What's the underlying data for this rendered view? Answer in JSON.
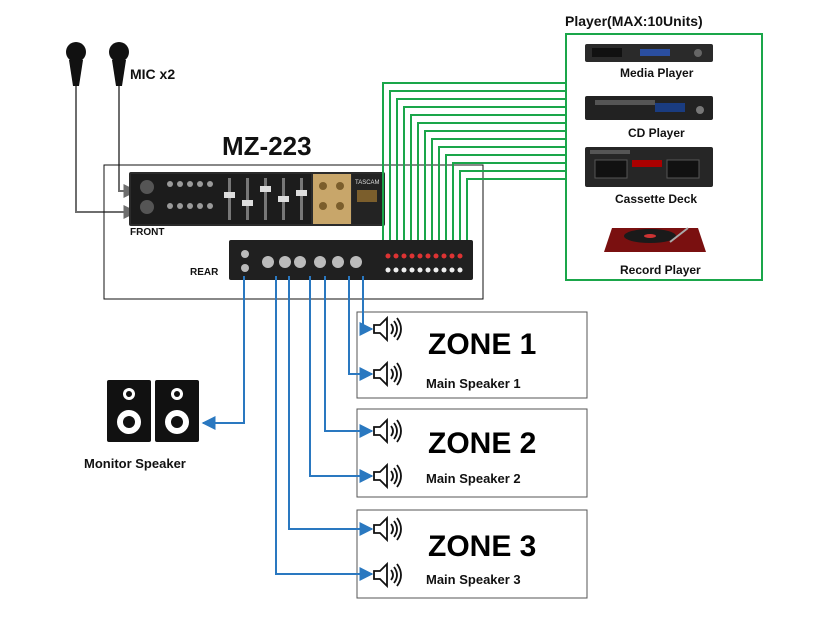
{
  "mic_label": "MIC x2",
  "device_title": "MZ-223",
  "front_label": "FRONT",
  "rear_label": "REAR",
  "brand_text": "TASCAM",
  "player_group": {
    "title": "Player(MAX:10Units)",
    "items": [
      {
        "label": "Media Player"
      },
      {
        "label": "CD Player"
      },
      {
        "label": "Cassette Deck"
      },
      {
        "label": "Record Player"
      }
    ]
  },
  "monitor_label": "Monitor Speaker",
  "zones": [
    {
      "title": "ZONE 1",
      "subtitle": "Main Speaker 1"
    },
    {
      "title": "ZONE 2",
      "subtitle": "Main Speaker 2"
    },
    {
      "title": "ZONE 3",
      "subtitle": "Main Speaker 3"
    }
  ],
  "colors": {
    "player_link": "#1aa64a",
    "speaker_link": "#2a78c0",
    "mic_link": "#6e6e6e",
    "outline": "#111111"
  }
}
